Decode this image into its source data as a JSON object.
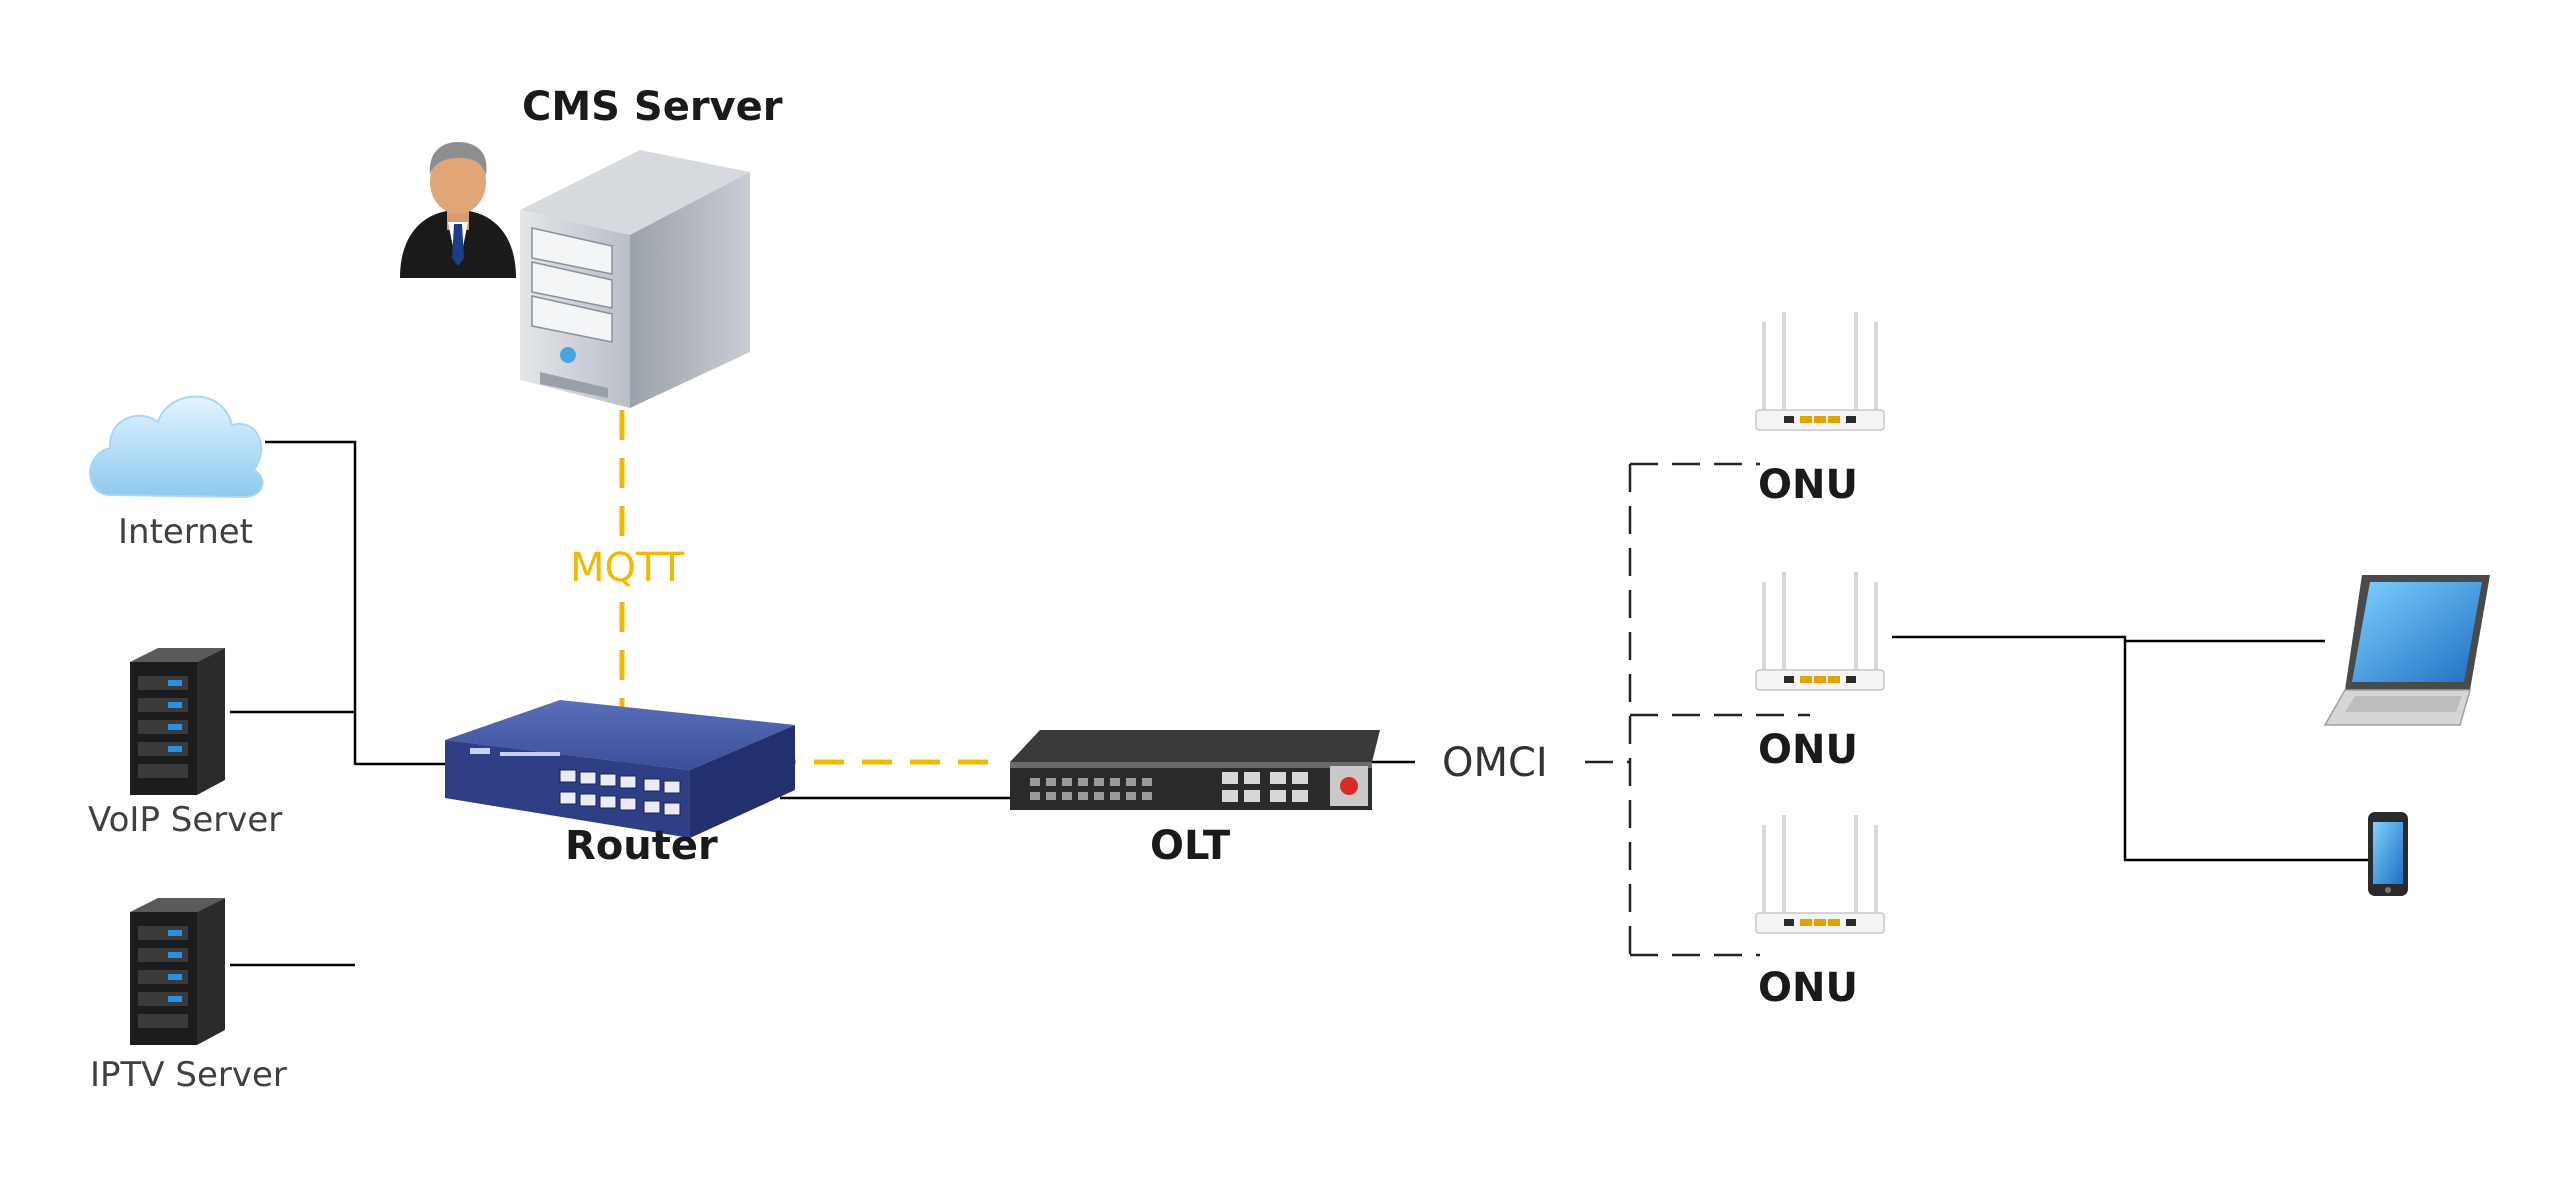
{
  "nodes": {
    "cms_server": {
      "label": "CMS Server"
    },
    "internet": {
      "label": "Internet"
    },
    "voip_server": {
      "label": "VoIP Server"
    },
    "iptv_server": {
      "label": "IPTV Server"
    },
    "router": {
      "label": "Router"
    },
    "olt": {
      "label": "OLT"
    },
    "onus": [
      {
        "label": "ONU"
      },
      {
        "label": "ONU"
      },
      {
        "label": "ONU"
      }
    ],
    "laptop": {
      "label": ""
    },
    "phone": {
      "label": ""
    }
  },
  "links": {
    "mqtt": {
      "label": "MQTT",
      "style": "dashed",
      "color": "#f5b800"
    },
    "omci": {
      "label": "OMCI",
      "style": "dashed",
      "color": "#333333"
    },
    "wired": {
      "style": "solid",
      "color": "#000000"
    }
  },
  "icons": {
    "person": "admin-user-icon",
    "server": "tower-server-icon",
    "cloud": "cloud-icon",
    "rack": "rack-server-icon",
    "switch": "router-icon",
    "olt": "olt-chassis-icon",
    "onu": "wifi-router-icon",
    "laptop": "laptop-icon",
    "phone": "smartphone-icon"
  }
}
